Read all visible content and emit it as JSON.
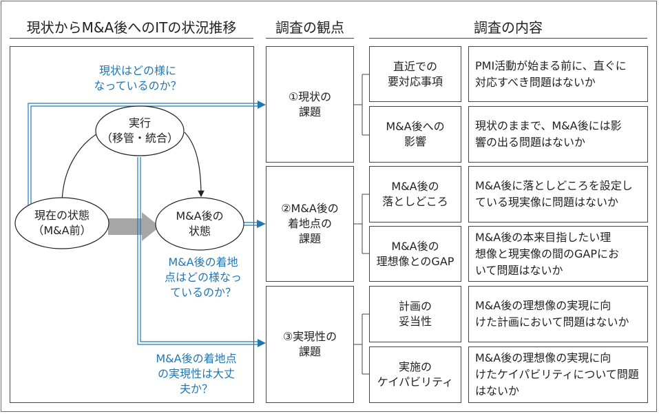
{
  "headers": {
    "transition": "現状からM&A後へのITの状況推移",
    "viewpoint": "調査の観点",
    "content": "調査の内容"
  },
  "left_diagram": {
    "question_current": "現状はどの様に\nなっているのか？",
    "execution": "実行\n（移管・統合）",
    "current_state": "現在の状態\n（M&A前）",
    "post_state": "M&A後の\n状態",
    "question_landing": "M&A後の着地\n点はどの様なっ\nているのか？",
    "question_feasibility": "M&A後の着地点\nの実現性は大丈\n夫か？"
  },
  "viewpoints": [
    {
      "label": "①現状の\n課題"
    },
    {
      "label": "②M&A後の\n着地点の\n課題"
    },
    {
      "label": "③実現性の\n課題"
    }
  ],
  "items": [
    {
      "topic": "直近での\n要対応事項",
      "content": "PMI活動が始まる前に、直ぐに\n対応すべき問題はないか"
    },
    {
      "topic": "M&A後への\n影響",
      "content": "現状のままで、M&A後には影\n響の出る問題はないか"
    },
    {
      "topic": "M&A後の\n落としどころ",
      "content": "M&A後に落としどころを設定し\nている現実像に問題はないか"
    },
    {
      "topic": "M&A後の\n理想像とのGAP",
      "content": "M&A後の本来目指したい理\n想像と現実像の間のGAPにお\nいて問題はないか"
    },
    {
      "topic": "計画の\n妥当性",
      "content": "M&A後の理想像の実現に向\nけた計画において問題はないか"
    },
    {
      "topic": "実施の\nケイパビリティ",
      "content": "M&A後の理想像の実現に向\nけたケイパビリティについて問題\nはないか"
    }
  ],
  "colors": {
    "accent_blue": "#1f77b4",
    "gray_arrow": "#a6a6a6",
    "line": "#444444"
  }
}
